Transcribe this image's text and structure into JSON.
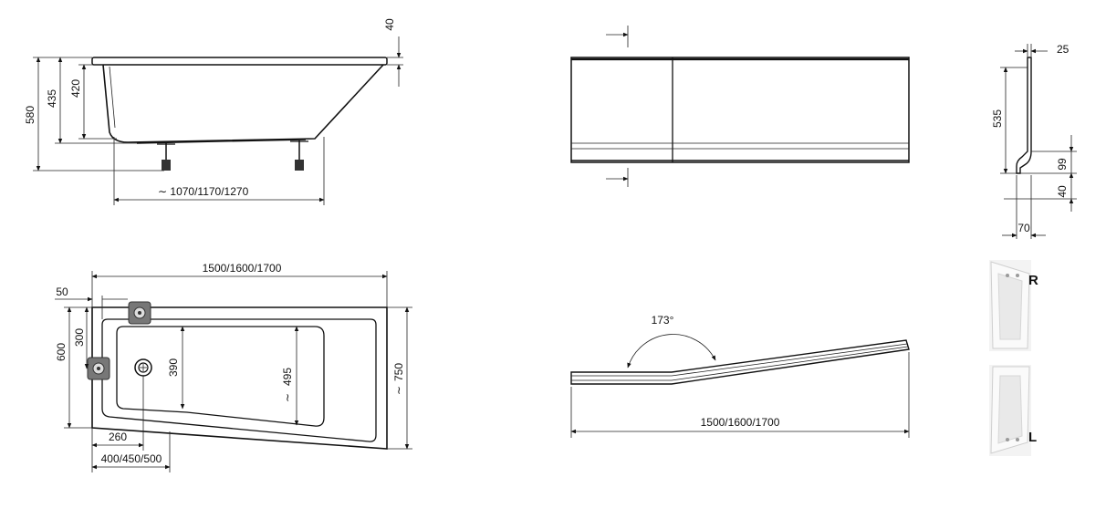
{
  "side_view": {
    "rim_height": "40",
    "total_height": "580",
    "height_435": "435",
    "height_420": "420",
    "length": "∼ 1070/1170/1270"
  },
  "top_view": {
    "length": "1500/1600/1700",
    "dim_50": "50",
    "dim_300": "300",
    "dim_600": "600",
    "dim_390": "390",
    "dim_495": "495",
    "dim_750": "750",
    "dim_260": "260",
    "dim_width_bottom": "400/450/500",
    "approx_sign": "∼"
  },
  "panel_profile": {
    "dim_25": "25",
    "dim_535": "535",
    "dim_99": "99",
    "dim_40": "40",
    "dim_70": "70"
  },
  "bent_panel": {
    "angle": "173°",
    "length": "1500/1600/1700"
  },
  "variants": {
    "right": "R",
    "left": "L"
  }
}
